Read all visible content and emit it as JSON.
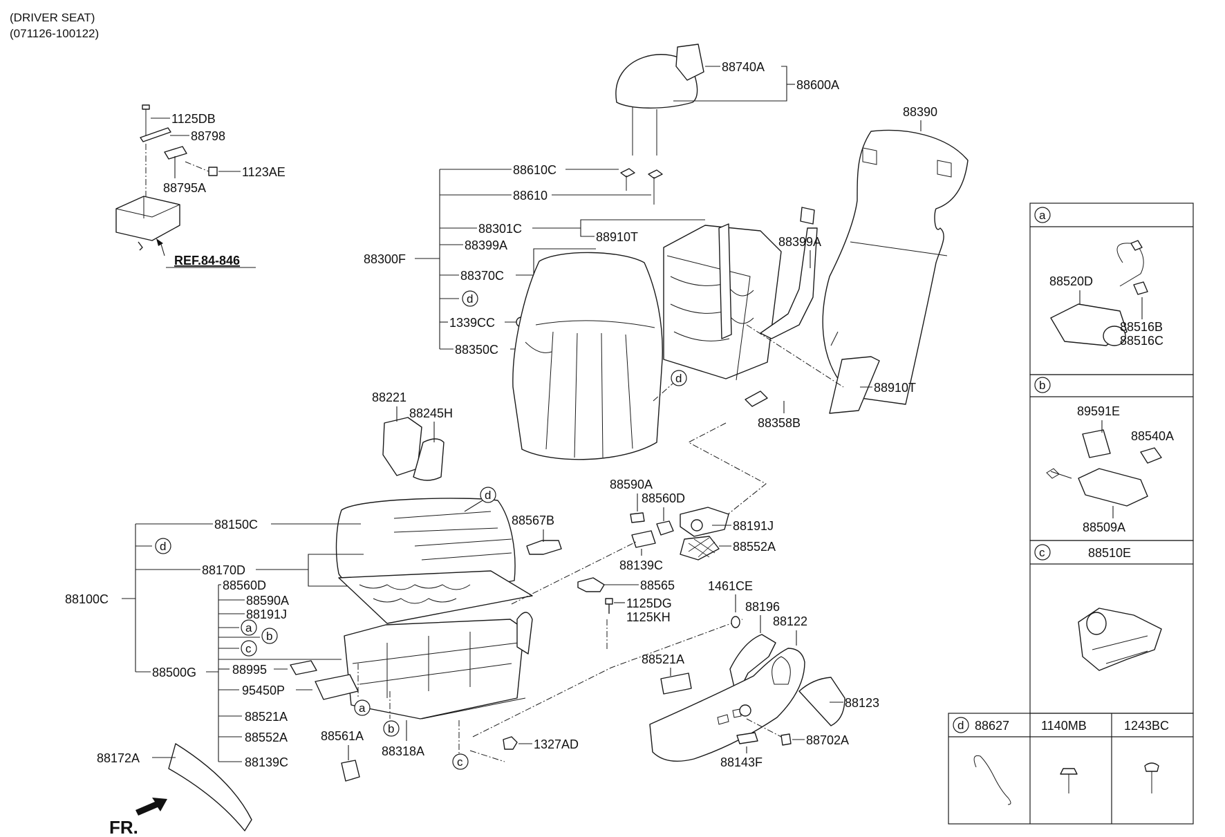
{
  "header": {
    "line1": "(DRIVER SEAT)",
    "line2": "(071126-100122)"
  },
  "reference": "REF.84-846",
  "direction": "FR.",
  "parts": {
    "p_1125DB": "1125DB",
    "p_88798": "88798",
    "p_88795A": "88795A",
    "p_1123AE": "1123AE",
    "p_88740A": "88740A",
    "p_88600A": "88600A",
    "p_88390": "88390",
    "p_88610C": "88610C",
    "p_88610": "88610",
    "p_88301C": "88301C",
    "p_88910T_top": "88910T",
    "p_88399A_left": "88399A",
    "p_88300F": "88300F",
    "p_88370C": "88370C",
    "p_1339CC": "1339CC",
    "p_88350C": "88350C",
    "p_88399A_right": "88399A",
    "p_88910T_right": "88910T",
    "p_88358B": "88358B",
    "p_88221": "88221",
    "p_88245H": "88245H",
    "p_88150C": "88150C",
    "p_88170D": "88170D",
    "p_88100C": "88100C",
    "p_88500G": "88500G",
    "p_88560D_l": "88560D",
    "p_88590A_l": "88590A",
    "p_88191J_l": "88191J",
    "p_88995": "88995",
    "p_95450P": "95450P",
    "p_88521A_l": "88521A",
    "p_88552A_l": "88552A",
    "p_88139C_l": "88139C",
    "p_88172A": "88172A",
    "p_88561A": "88561A",
    "p_88318A": "88318A",
    "p_1327AD": "1327AD",
    "p_88590A_m": "88590A",
    "p_88560D_m": "88560D",
    "p_88567B": "88567B",
    "p_88191J_m": "88191J",
    "p_88552A_m": "88552A",
    "p_88139C_m": "88139C",
    "p_88565": "88565",
    "p_1125DG": "1125DG",
    "p_1125KH": "1125KH",
    "p_1461CE": "1461CE",
    "p_88196": "88196",
    "p_88122": "88122",
    "p_88521A_m": "88521A",
    "p_88123": "88123",
    "p_88702A": "88702A",
    "p_88143F": "88143F"
  },
  "markers": {
    "a": "a",
    "b": "b",
    "c": "c",
    "d": "d"
  },
  "detail_panel": {
    "a_parts": [
      "88520D",
      "88516B",
      "88516C"
    ],
    "b_parts": [
      "89591E",
      "88540A",
      "88509A"
    ],
    "c_header": "88510E",
    "d_table": {
      "col1": "88627",
      "col2": "1140MB",
      "col3": "1243BC"
    }
  }
}
